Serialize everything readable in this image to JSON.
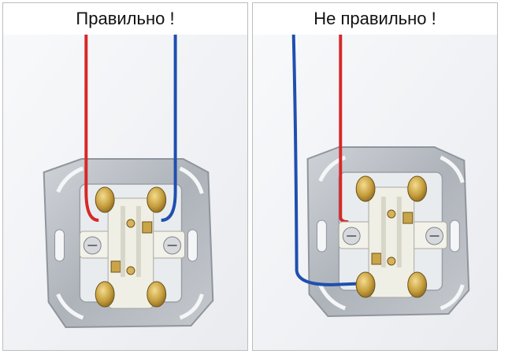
{
  "panels": [
    {
      "caption": "Правильно !"
    },
    {
      "caption": "Не правильно !"
    }
  ],
  "colors": {
    "phase_wire": "#d62828",
    "neutral_wire": "#1f4fb0",
    "mounting_frame": "#b7bcc3",
    "terminal_brass": "#c9a449",
    "socket_body": "#f2f2ea",
    "background": "#f4f5f8"
  },
  "icons": [
    "socket-mechanism-image",
    "red-wire",
    "blue-wire"
  ]
}
